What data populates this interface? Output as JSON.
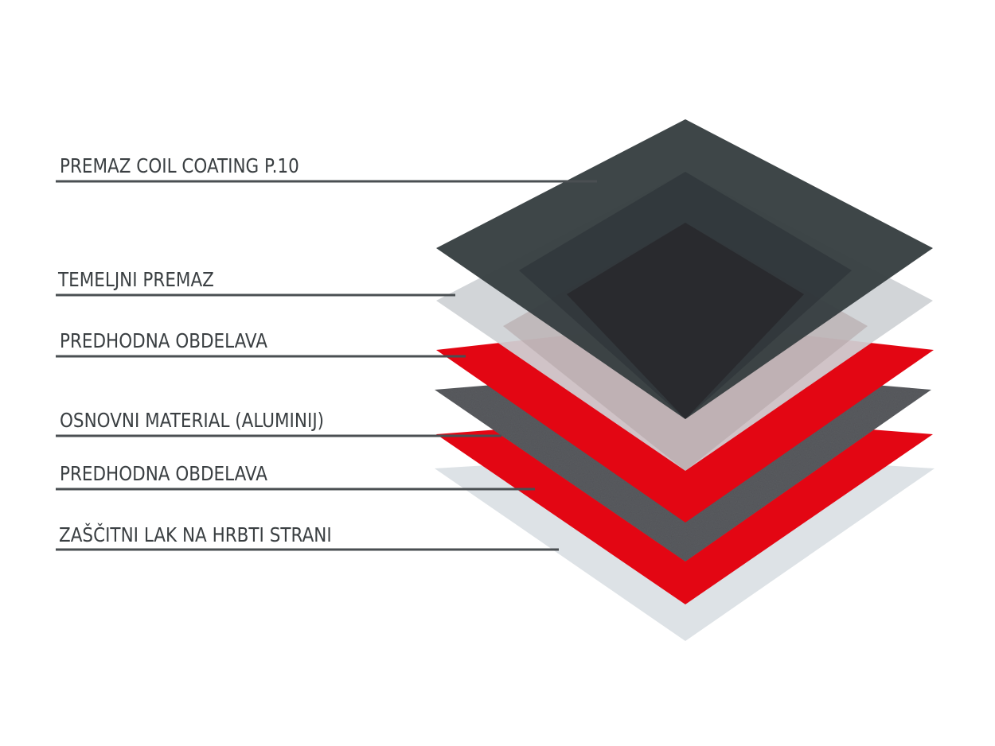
{
  "diagram": {
    "layers": [
      {
        "label": "PREMAZ COIL COATING P.10",
        "color": "#363e41"
      },
      {
        "label": "TEMELJNI PREMAZ",
        "color": "#cfd2d5"
      },
      {
        "label": "PREDHODNA OBDELAVA",
        "color": "#e30613"
      },
      {
        "label": "OSNOVNI MATERIAL (ALUMINIJ)",
        "color": "#5a5c60"
      },
      {
        "label": "PREDHODNA OBDELAVA",
        "color": "#e30613"
      },
      {
        "label": "ZAŠČITNI LAK NA HRBTI STRANI",
        "color": "#dde2e6"
      }
    ],
    "text_color": "#3a3f42",
    "leader_color": "#4a4f52"
  }
}
